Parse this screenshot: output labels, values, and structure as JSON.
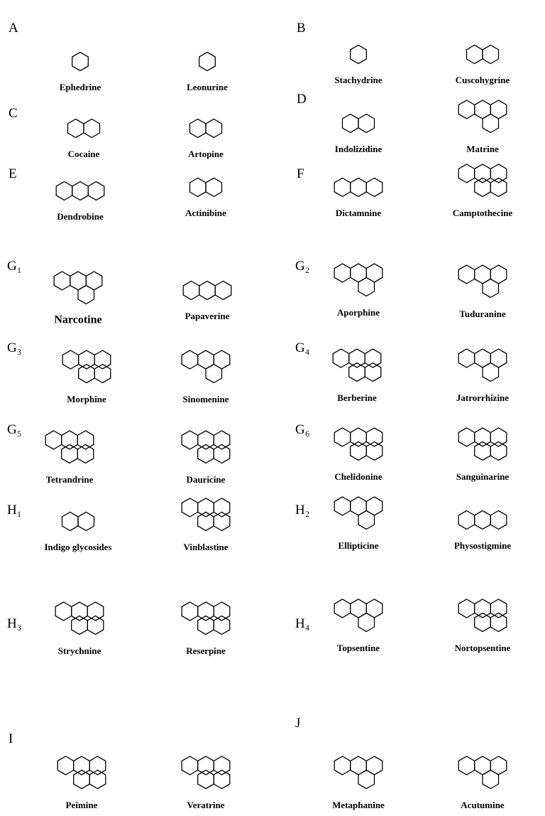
{
  "panels": [
    {
      "label": "A",
      "compounds": [
        {
          "name": "Ephedrine"
        },
        {
          "name": "Leonurine"
        }
      ]
    },
    {
      "label": "B",
      "compounds": [
        {
          "name": "Stachydrine"
        },
        {
          "name": "Cuscohygrine"
        }
      ]
    },
    {
      "label": "C",
      "compounds": [
        {
          "name": "Cocaine"
        },
        {
          "name": "Artopine"
        }
      ]
    },
    {
      "label": "D",
      "compounds": [
        {
          "name": "Indolizidine"
        },
        {
          "name": "Matrine"
        }
      ]
    },
    {
      "label": "E",
      "compounds": [
        {
          "name": "Dendrobine"
        },
        {
          "name": "Actinibine"
        }
      ]
    },
    {
      "label": "F",
      "compounds": [
        {
          "name": "Dictamnine"
        },
        {
          "name": "Camptothecine"
        }
      ]
    },
    {
      "label": "G₁",
      "compounds": [
        {
          "name": "Narcotine"
        },
        {
          "name": "Papaverine"
        }
      ]
    },
    {
      "label": "G₂",
      "compounds": [
        {
          "name": "Aporphine"
        },
        {
          "name": "Tuduranine"
        }
      ]
    },
    {
      "label": "G₃",
      "compounds": [
        {
          "name": "Morphine"
        },
        {
          "name": "Sinomenine"
        }
      ]
    },
    {
      "label": "G₄",
      "compounds": [
        {
          "name": "Berberine"
        },
        {
          "name": "Jatrorrhizine"
        }
      ]
    },
    {
      "label": "G₅",
      "compounds": [
        {
          "name": "Tetrandrine"
        },
        {
          "name": "Dauricine"
        }
      ]
    },
    {
      "label": "G₆",
      "compounds": [
        {
          "name": "Chelidonine"
        },
        {
          "name": "Sanguinarine"
        }
      ]
    },
    {
      "label": "H₁",
      "compounds": [
        {
          "name": "Indigo glycosides"
        },
        {
          "name": "Vinblastine"
        }
      ]
    },
    {
      "label": "H₂",
      "compounds": [
        {
          "name": "Ellipticine"
        },
        {
          "name": "Physostigmine"
        }
      ]
    },
    {
      "label": "H₃",
      "compounds": [
        {
          "name": "Strychnine"
        },
        {
          "name": "Reserpine"
        }
      ]
    },
    {
      "label": "H₄",
      "compounds": [
        {
          "name": "Topsentine"
        },
        {
          "name": "Nortopsentine"
        }
      ]
    },
    {
      "label": "I",
      "compounds": [
        {
          "name": "Peimine"
        },
        {
          "name": "Veratrine"
        }
      ]
    },
    {
      "label": "J",
      "compounds": [
        {
          "name": "Metaphanine"
        },
        {
          "name": "Acutumine"
        }
      ]
    }
  ]
}
